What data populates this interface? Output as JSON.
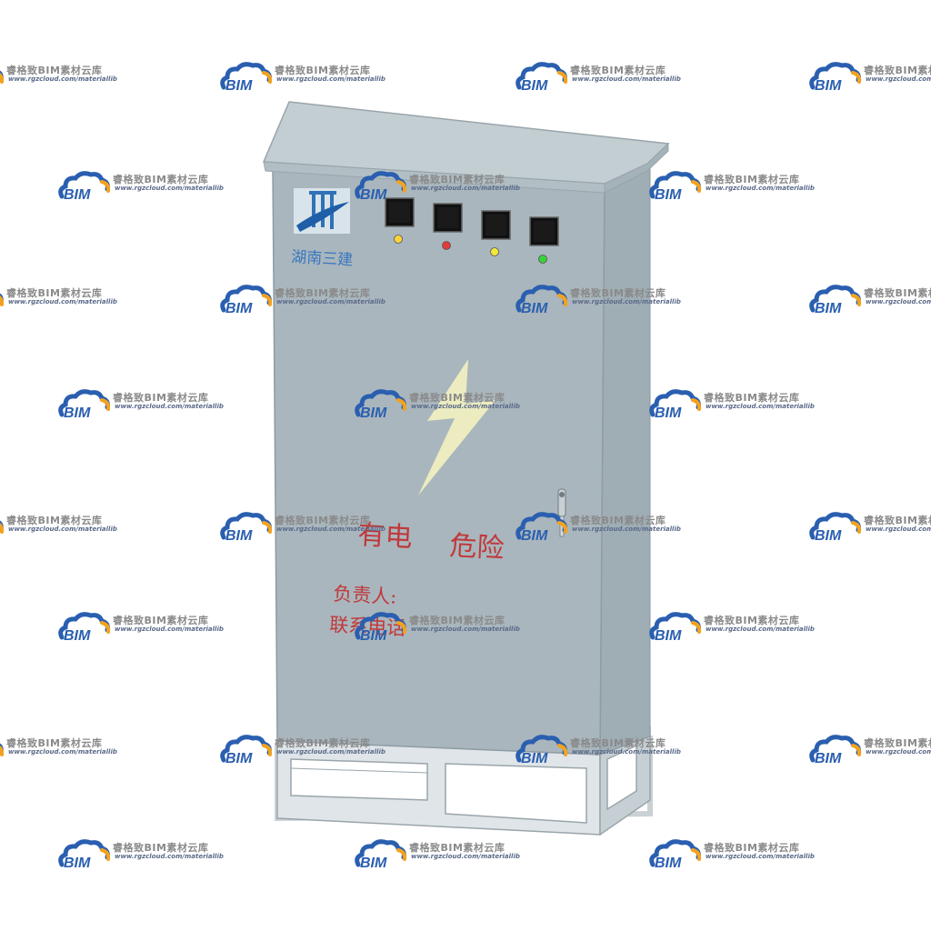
{
  "cabinet": {
    "logo_text": "湖南三建",
    "warning_text_1": "有电",
    "warning_text_2": "危险",
    "responsible_label": "负责人:",
    "contact_label": "联系电话",
    "indicator_colors": [
      "#ffd23a",
      "#e23a3a",
      "#f2e63a",
      "#3ad23a"
    ],
    "body_color": "#a9b6bd",
    "lightning_color": "#efefc0",
    "text_color": "#c0393b"
  },
  "watermark": {
    "logo_text": "BIM",
    "brand": "睿格致BIM素材云库",
    "url": "www.rgzcloud.com/materiallib",
    "cloud_color": "#2a5fb0",
    "accent_color": "#f3a21f"
  }
}
